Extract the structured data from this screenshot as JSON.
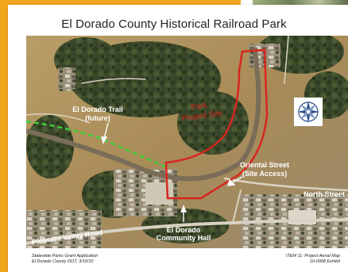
{
  "slide": {
    "title": "El Dorado County Historical Railroad Park"
  },
  "map": {
    "park_label_line1": "Park",
    "park_label_line2": "Project Site",
    "labels": {
      "trail_line1": "El Dorado Trail",
      "trail_line2": "(future)",
      "oriental_line1": "Oriental Street",
      "oriental_line2": "(Site Access)",
      "north_street": "North Street",
      "pleasant_valley": "Pleasant Valley Road",
      "community_line1": "El Dorado",
      "community_line2": "Community Hall"
    },
    "compass_icon": "compass-rose-icon",
    "colors": {
      "boundary": "#d8261e",
      "trail": "#3fd03a",
      "accent": "#f2a61c"
    }
  },
  "footer": {
    "left_line1": "Statewide Parks Grant Application",
    "left_line2": "El Dorado County DOT, 3/10/10",
    "right_line1": "ITEM 11: Project Aerial Map",
    "right_line2": "10-0068 Exhibit"
  }
}
